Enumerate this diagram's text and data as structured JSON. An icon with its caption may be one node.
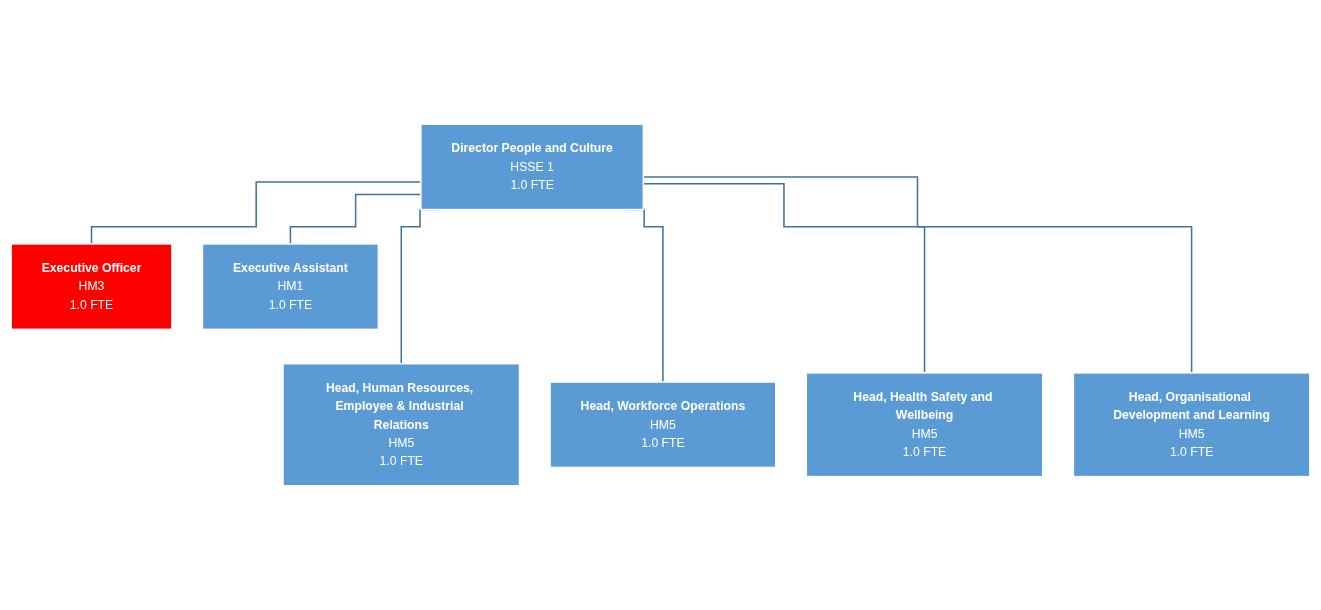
{
  "diagram": {
    "nodes": [
      {
        "text": [
          "Director People and Culture",
          "HSSE 1",
          "1.0 FTE"
        ]
      },
      {
        "text": [
          "Executive Officer",
          "HM3",
          "1.0 FTE"
        ]
      },
      {
        "text": [
          "Executive Assistant",
          "HM1",
          "1.0 FTE"
        ]
      },
      {
        "text": [
          "Head, Human Resources, Employee & Industrial Relations",
          "HM5",
          "1.0 FTE"
        ]
      },
      {
        "text": [
          "Head, Workforce Operations",
          "HM5",
          "1.0 FTE"
        ]
      },
      {
        "text": [
          "Head, Health Safety and Wellbeing",
          "HM5",
          "1.0 FTE"
        ]
      },
      {
        "text": [
          "Head, Organisational Development and Learning",
          "HM5",
          "1.0 FTE"
        ]
      }
    ],
    "edges": [
      {
        "from": 0,
        "to": 1,
        "arrow": "none"
      },
      {
        "from": 0,
        "to": 2,
        "arrow": "none"
      },
      {
        "from": 0,
        "to": 3,
        "arrow": "none"
      },
      {
        "from": 0,
        "to": 4,
        "arrow": "none"
      },
      {
        "from": 0,
        "to": 5,
        "arrow": "none"
      },
      {
        "from": 0,
        "to": 6,
        "arrow": "none"
      }
    ]
  }
}
